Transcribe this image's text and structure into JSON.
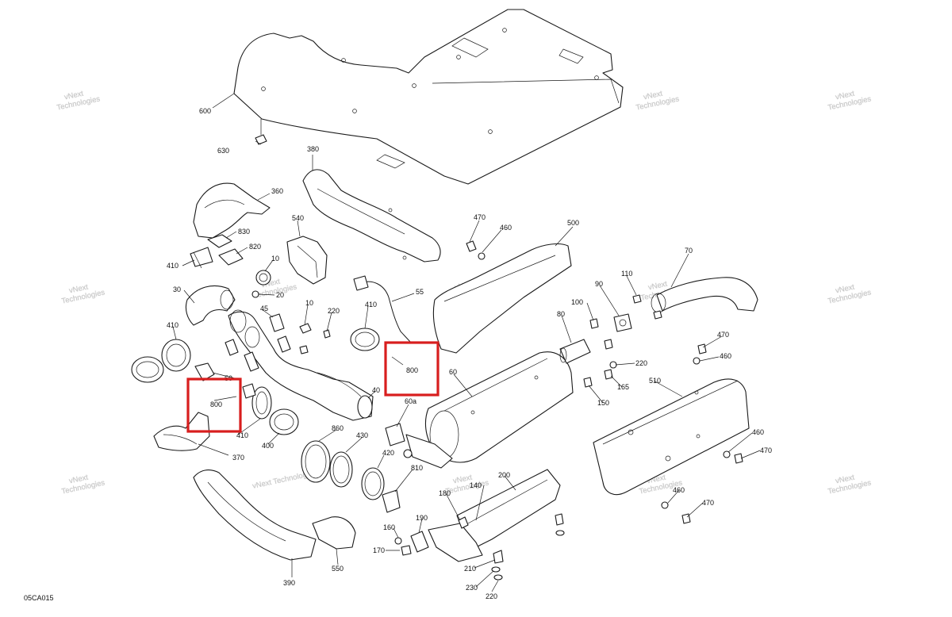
{
  "diagram_code": "05CA015",
  "watermark": {
    "line1": "vNext",
    "line2": "Technologies",
    "line3": "vNext Technologies"
  },
  "highlight_color": "#d81e1e",
  "callouts": {
    "c600": "600",
    "c630": "630",
    "c380": "380",
    "c360": "360",
    "c540": "540",
    "c830": "830",
    "c820": "820",
    "c410a": "410",
    "c10a": "10",
    "c30": "30",
    "c20": "20",
    "c45": "45",
    "c10b": "10",
    "c220a": "220",
    "c410b": "410",
    "c55": "55",
    "c410c": "410",
    "c50": "50",
    "c800a": "800",
    "c800b": "800",
    "c410d": "410",
    "c370": "370",
    "c400": "400",
    "c40": "40",
    "c60a": "60a",
    "c60": "60",
    "c860": "860",
    "c430": "430",
    "c420": "420",
    "c810": "810",
    "c470a": "470",
    "c460a": "460",
    "c500": "500",
    "c70": "70",
    "c90": "90",
    "c110": "110",
    "c100": "100",
    "c80": "80",
    "c220b": "220",
    "c165": "165",
    "c150": "150",
    "c510": "510",
    "c470b": "470",
    "c460b": "460",
    "c460c": "460",
    "c470c": "470",
    "c460d": "460",
    "c470d": "470",
    "c140": "140",
    "c200": "200",
    "c180": "180",
    "c160": "160",
    "c190": "190",
    "c170": "170",
    "c210": "210",
    "c230": "230",
    "c220c": "220",
    "c390": "390",
    "c550": "550"
  }
}
